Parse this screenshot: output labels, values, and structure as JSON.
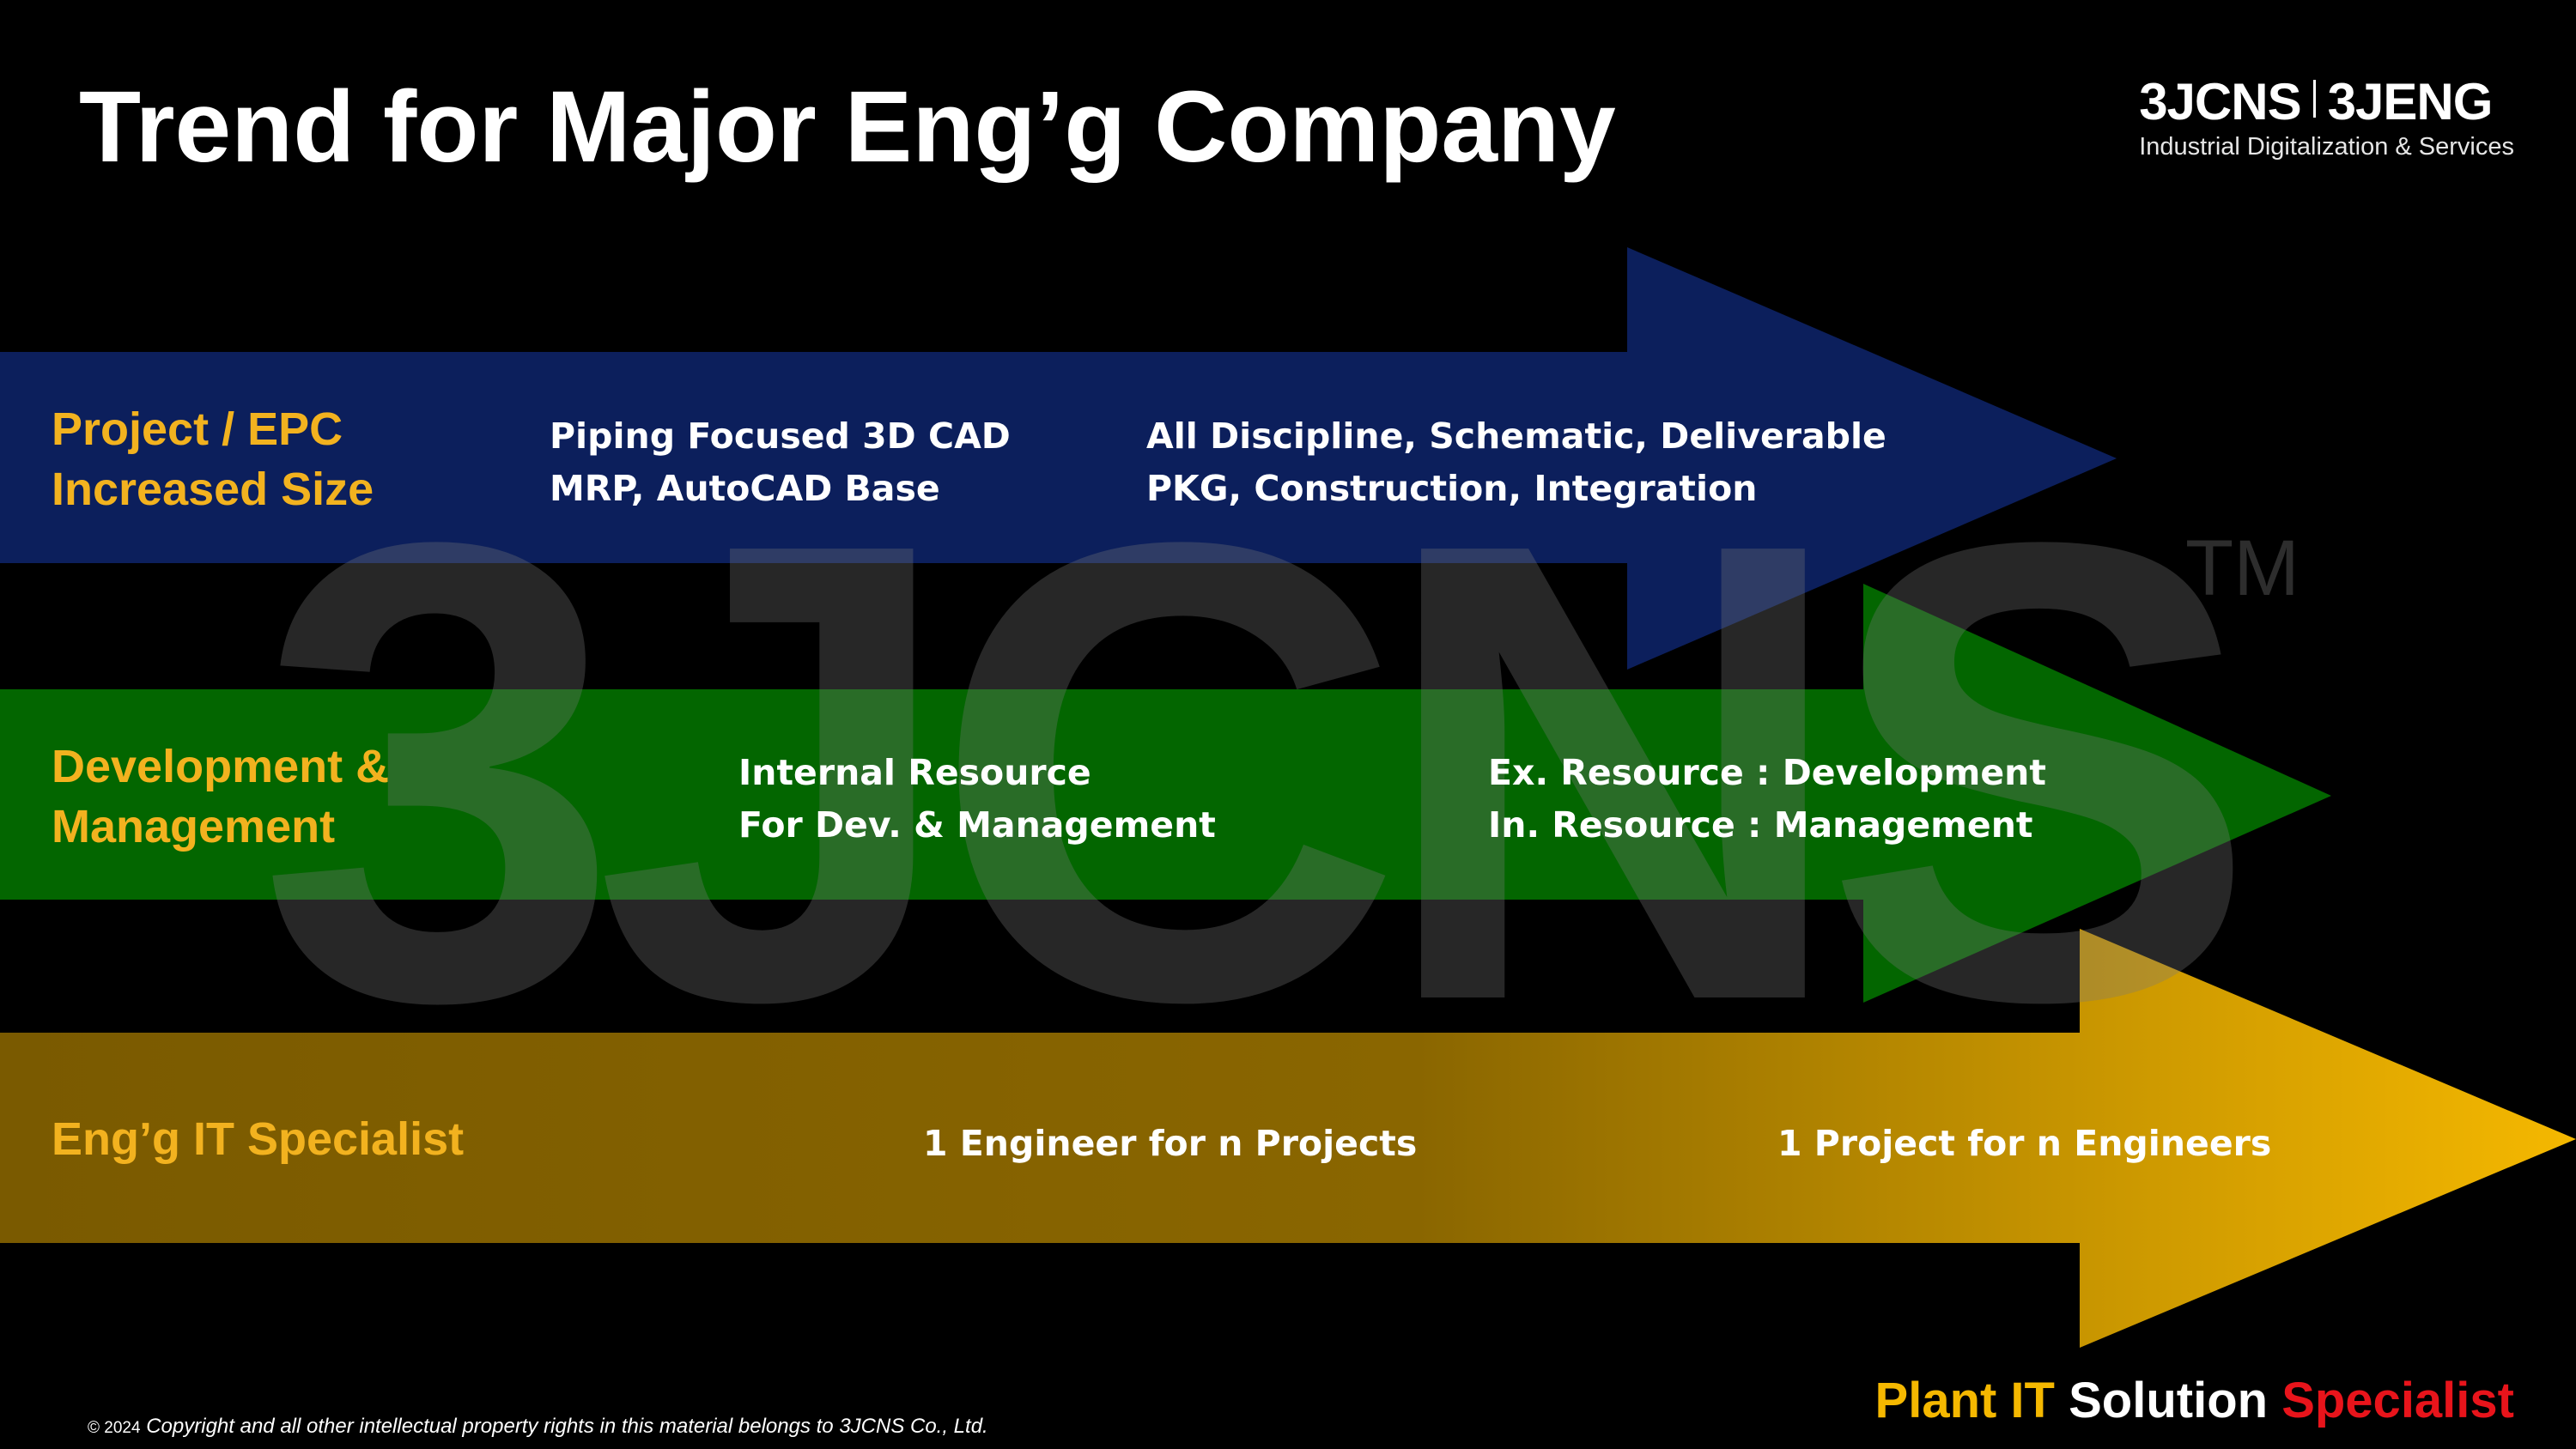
{
  "title": "Trend for Major Eng’g Company",
  "logo": {
    "left": "3JCNS",
    "right": "3JENG",
    "subtitle": "Industrial Digitalization & Services"
  },
  "watermark": {
    "text": "3JCNS",
    "tm": "TM"
  },
  "rows": [
    {
      "label": [
        "Project / EPC",
        "Increased Size"
      ],
      "stage1": [
        "Piping Focused 3D CAD",
        "MRP, AutoCAD Base"
      ],
      "stage2": [
        "All Discipline, Schematic, Deliverable",
        "PKG, Construction, Integration"
      ],
      "arrow_color": "#0c1f5c"
    },
    {
      "label": [
        "Development &",
        "Management"
      ],
      "stage1": [
        "Internal Resource",
        "For Dev. & Management"
      ],
      "stage2": [
        "Ex. Resource : Development",
        "In. Resource : Management"
      ],
      "arrow_color": "#036600"
    },
    {
      "label": [
        "Eng’g IT Specialist"
      ],
      "stage1": [
        "1 Engineer for n Projects"
      ],
      "stage2": [
        "1 Project for n Engineers"
      ],
      "arrow_color": "#f5b800"
    }
  ],
  "footer": {
    "copyright_year": "© 2024",
    "copyright_text": "Copyright and all other intellectual property rights in this material belongs to 3JCNS Co., Ltd.",
    "slogan": [
      {
        "text": "Plant IT",
        "color": "#f5b800"
      },
      {
        "text": "Solution",
        "color": "#ffffff"
      },
      {
        "text": "Specialist",
        "color": "#e8141b"
      }
    ]
  },
  "colors": {
    "label": "#f2b21f",
    "background": "#000000"
  }
}
